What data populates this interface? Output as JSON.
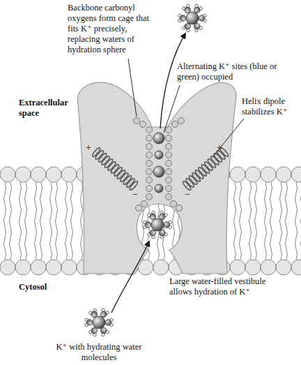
{
  "diagram": {
    "labels": [
      "Backbone carbonyl oxygens form cage that fits K⁺ precisely, replacing waters of hydration sphere",
      "Alternating K⁺ sites (blue or green) occupied",
      "Extracellular space",
      "Helix dipole stabilizes K⁺",
      "+",
      "+",
      "−",
      "−",
      "Large water-filled vestibule allows hydration of K⁺",
      "Cytosol",
      "K⁺ with hydrating water molecules"
    ]
  }
}
